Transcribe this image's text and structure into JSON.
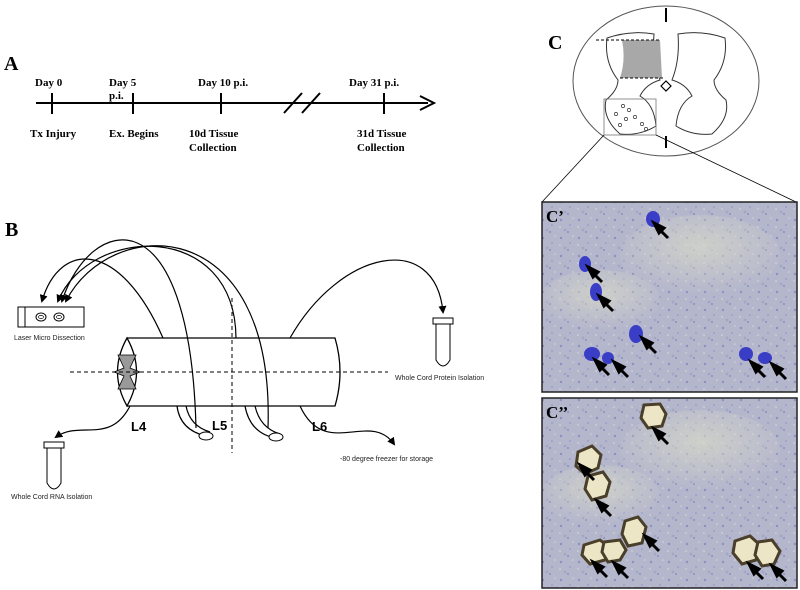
{
  "panels": {
    "a": "A",
    "b": "B",
    "c": "C",
    "c1": "C’",
    "c2": "C’’"
  },
  "timeline": {
    "events": [
      {
        "top": "Day 0",
        "top2": "",
        "bottom": "Tx Injury",
        "bottom2": ""
      },
      {
        "top": "Day 5",
        "top2": "p.i.",
        "bottom": "Ex. Begins",
        "bottom2": ""
      },
      {
        "top": "Day 10 p.i.",
        "top2": "",
        "bottom": "10d Tissue",
        "bottom2": "Collection"
      },
      {
        "top": "Day 31 p.i.",
        "top2": "",
        "bottom": "31d Tissue",
        "bottom2": "Collection"
      }
    ]
  },
  "diagram_b": {
    "laser": "Laser Micro Dissection",
    "protein": "Whole Cord Protein Isolation",
    "rna": "Whole Cord RNA Isolation",
    "freezer": "-80 degree freezer for storage",
    "segments": [
      "L4",
      "L5",
      "L6"
    ]
  },
  "colors": {
    "line": "#000000",
    "gray_matter": "#aaaaaa",
    "tissue_bg": "#b7b9cf",
    "stain": "#3b3fc4",
    "dissected": "#ece6c6",
    "dissected_rim": "#4a3f2a"
  }
}
